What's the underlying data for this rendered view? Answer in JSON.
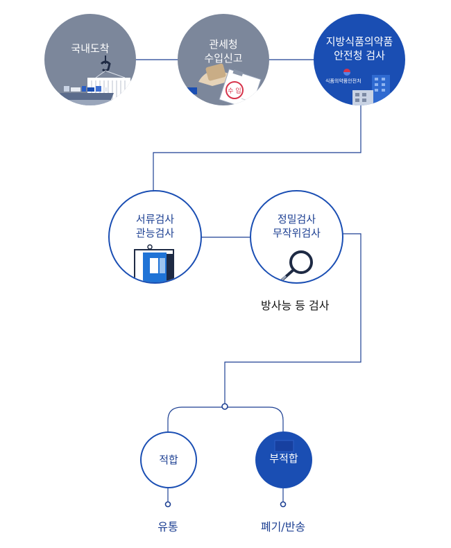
{
  "row1": {
    "arrival": "국내도착",
    "customs": "관세청\n수입신고",
    "mfds": "지방식품의약품\n안전청 검사",
    "mfds_logo_text": "식품의약품안전처",
    "stamp_text": "수 입"
  },
  "row2": {
    "document_check": "서류검사\n관능검사",
    "precision_check": "정밀검사\n무작위검사",
    "precision_note": "방사능 등 검사"
  },
  "row3": {
    "pass": "적합",
    "fail": "부적합",
    "pass_result": "유통",
    "fail_result": "폐기/반송"
  },
  "colors": {
    "navy": "#1a4eb3",
    "gray_circle": "#7c879b",
    "line": "#1c3f92"
  }
}
